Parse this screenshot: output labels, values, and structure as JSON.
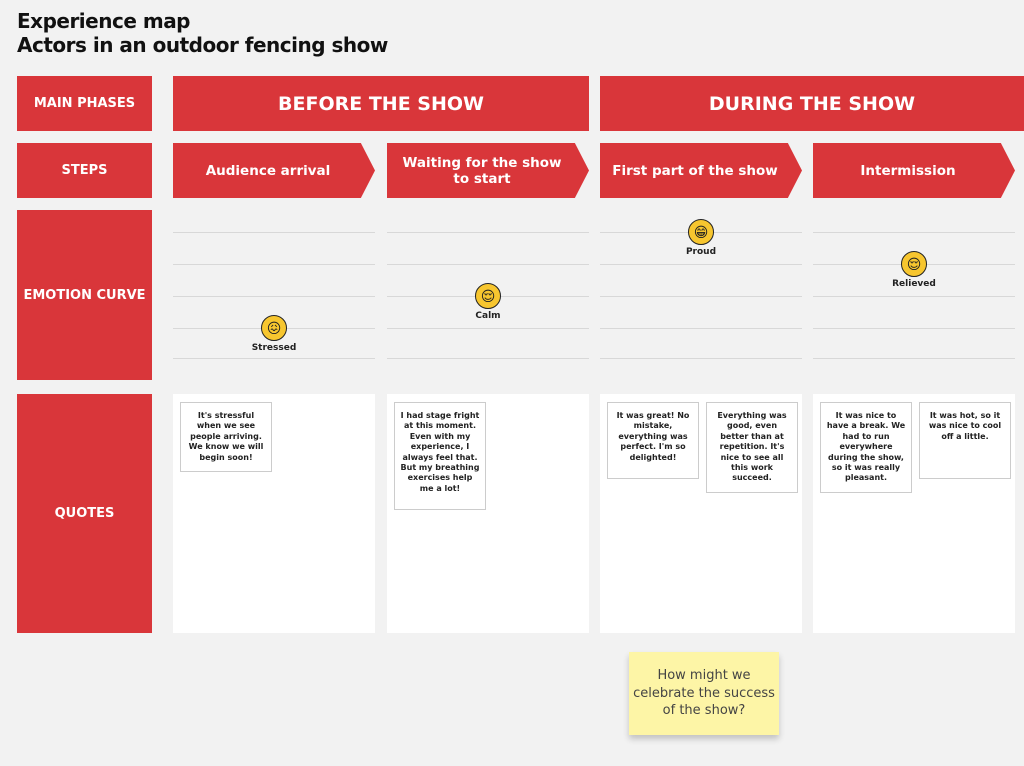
{
  "title": "Experience map",
  "subtitle": "Actors in an outdoor fencing show",
  "row_labels": {
    "phases": "Main phases",
    "steps": "Steps",
    "emotion": "Emotion curve",
    "quotes": "Quotes"
  },
  "phases": [
    "BEFORE THE SHOW",
    "DURING THE SHOW"
  ],
  "steps": [
    {
      "label": "Audience arrival",
      "emotion": "Stressed",
      "emotion_level": 1,
      "emoji": "😖",
      "quotes": [
        "It's stressful when we see people arriving. We know we will begin soon!"
      ]
    },
    {
      "label": "Waiting for the show to start",
      "emotion": "Calm",
      "emotion_level": 2,
      "emoji": "😌",
      "quotes": [
        "I had stage fright at this moment. Even with my experience, I always feel that. But my breathing exercises help me a lot!"
      ]
    },
    {
      "label": "First part of the show",
      "emotion": "Proud",
      "emotion_level": 4,
      "emoji": "😁",
      "quotes": [
        "It was great! No mistake, everything was perfect. I'm so delighted!",
        "Everything was good, even better than at repetition. It's nice to see all this work succeed."
      ]
    },
    {
      "label": "Intermission",
      "emotion": "Relieved",
      "emotion_level": 3,
      "emoji": "😌",
      "quotes": [
        "It was nice to have a break. We had to run everywhere during the show, so it was really pleasant.",
        "It was hot, so it was nice to cool off a little."
      ]
    }
  ],
  "sticky_note": "How might we celebrate the success of the show?",
  "colors": {
    "accent": "#d9363a",
    "sticky": "#fdf5a6"
  }
}
